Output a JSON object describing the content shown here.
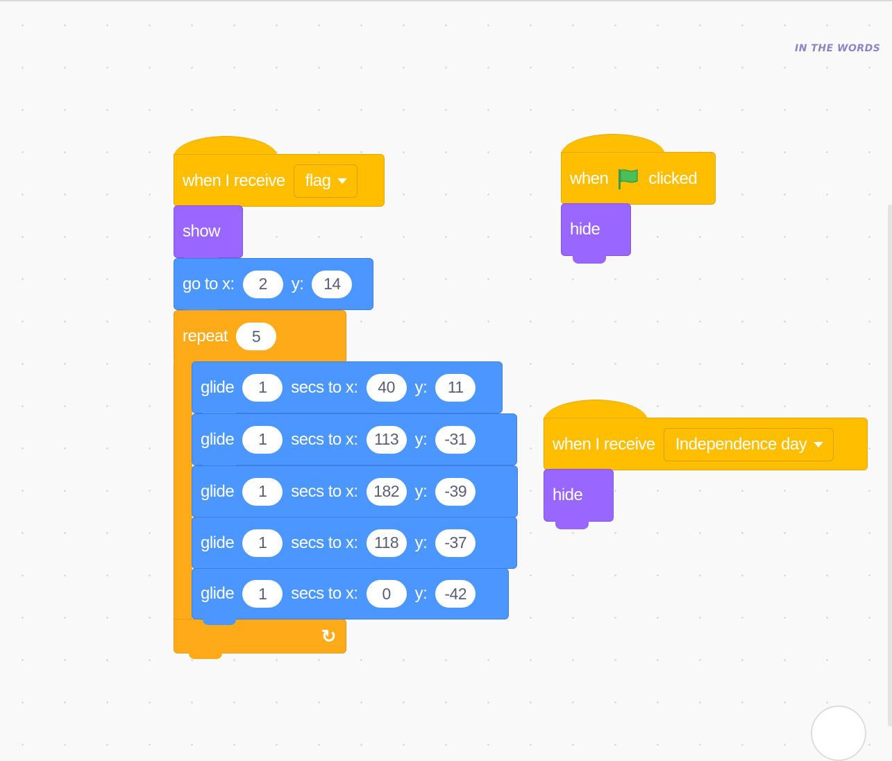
{
  "watermark": "IN THE WORDS",
  "script1": {
    "hat_label": "when I receive",
    "message": "flag",
    "show_label": "show",
    "goto": {
      "label_x": "go to x:",
      "x": "2",
      "label_y": "y:",
      "y": "14"
    },
    "repeat": {
      "label": "repeat",
      "count": "5"
    },
    "glides": [
      {
        "label": "glide",
        "secs": "1",
        "label_to": "secs to x:",
        "x": "40",
        "label_y": "y:",
        "y": "11"
      },
      {
        "label": "glide",
        "secs": "1",
        "label_to": "secs to x:",
        "x": "113",
        "label_y": "y:",
        "y": "-31"
      },
      {
        "label": "glide",
        "secs": "1",
        "label_to": "secs to x:",
        "x": "182",
        "label_y": "y:",
        "y": "-39"
      },
      {
        "label": "glide",
        "secs": "1",
        "label_to": "secs to x:",
        "x": "118",
        "label_y": "y:",
        "y": "-37"
      },
      {
        "label": "glide",
        "secs": "1",
        "label_to": "secs to x:",
        "x": "0",
        "label_y": "y:",
        "y": "-42"
      }
    ],
    "loop_arrow": "↻"
  },
  "script2": {
    "when_label": "when",
    "clicked_label": "clicked",
    "hide_label": "hide",
    "flag_icon": "green-flag-icon",
    "flag_color": "#4cbf56"
  },
  "script3": {
    "hat_label": "when I receive",
    "message": "Independence day",
    "hide_label": "hide"
  },
  "colors": {
    "events": "#ffbf00",
    "looks": "#9966ff",
    "motion": "#4c97ff",
    "control": "#ffab19"
  }
}
